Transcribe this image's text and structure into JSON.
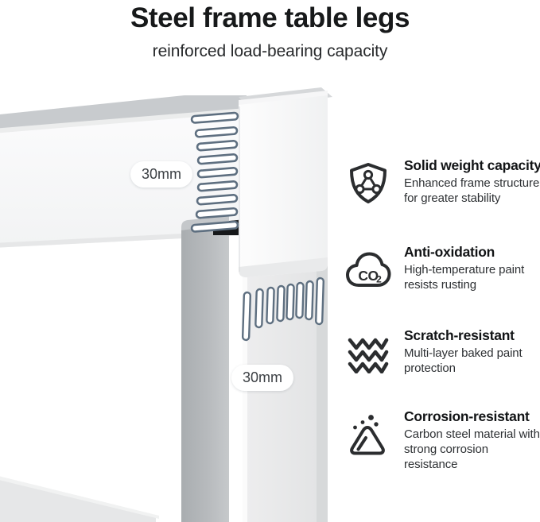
{
  "header": {
    "title": "Steel frame table legs",
    "subtitle": "reinforced load-bearing capacity"
  },
  "product": {
    "alt": "white steel table leg frame corner joint",
    "dimension_badges": [
      {
        "name": "beam-width",
        "value": "30mm"
      },
      {
        "name": "post-width",
        "value": "30mm"
      }
    ],
    "colors": {
      "frame_light": "#ffffff",
      "frame_face": "#f4f5f6",
      "frame_top": "#c9cccf",
      "frame_shade": "#adb1b4",
      "tick_stroke": "#5e6f80",
      "gap_dark": "#1b1d1f"
    }
  },
  "features": [
    {
      "icon": "shield-icon",
      "title": "Solid weight capacity",
      "desc": "Enhanced frame structure for greater stability"
    },
    {
      "icon": "co2-cloud-icon",
      "title": "Anti-oxidation",
      "desc": "High-temperature paint resists rusting"
    },
    {
      "icon": "waves-icon",
      "title": "Scratch-resistant",
      "desc": "Multi-layer baked paint protection"
    },
    {
      "icon": "corrosion-mound-icon",
      "title": "Corrosion-resistant",
      "desc": "Carbon steel material with strong corrosion resistance"
    }
  ],
  "theme": {
    "background": "#ffffff",
    "heading_color": "#17191a",
    "body_color": "#2d3033",
    "icon_color": "#2b2d2f"
  }
}
